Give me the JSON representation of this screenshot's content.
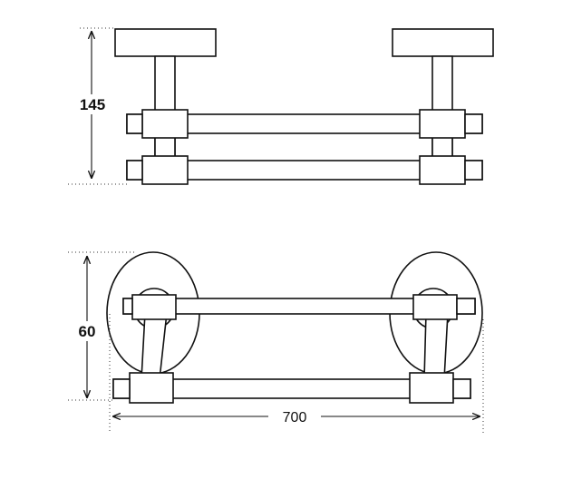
{
  "dimensions": {
    "height_side": "145",
    "depth_front": "60",
    "length": "700"
  }
}
